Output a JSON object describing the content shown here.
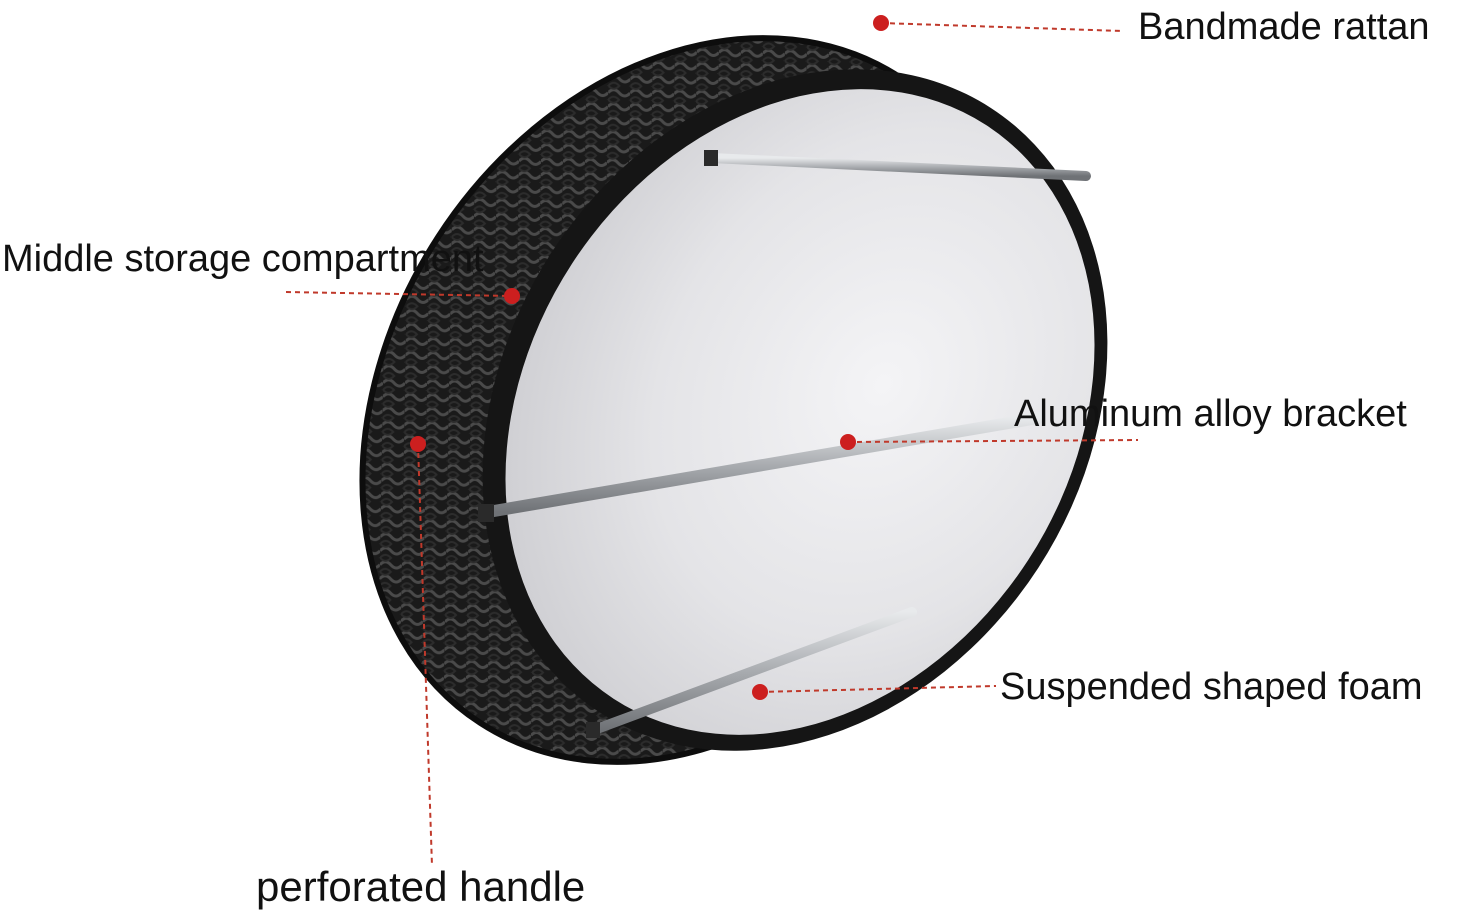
{
  "callouts": {
    "rattan": "Bandmade rattan",
    "storage": "Middle storage compartment",
    "bracket": "Aluminum alloy bracket",
    "foam": "Suspended shaped foam",
    "handle": "perforated handle"
  },
  "colors": {
    "marker": "#cc1f1f",
    "leader": "#c0392b",
    "rattan": "#1b1b1b",
    "foam": "#e6e6e8",
    "rod": "#b9bcc0"
  }
}
